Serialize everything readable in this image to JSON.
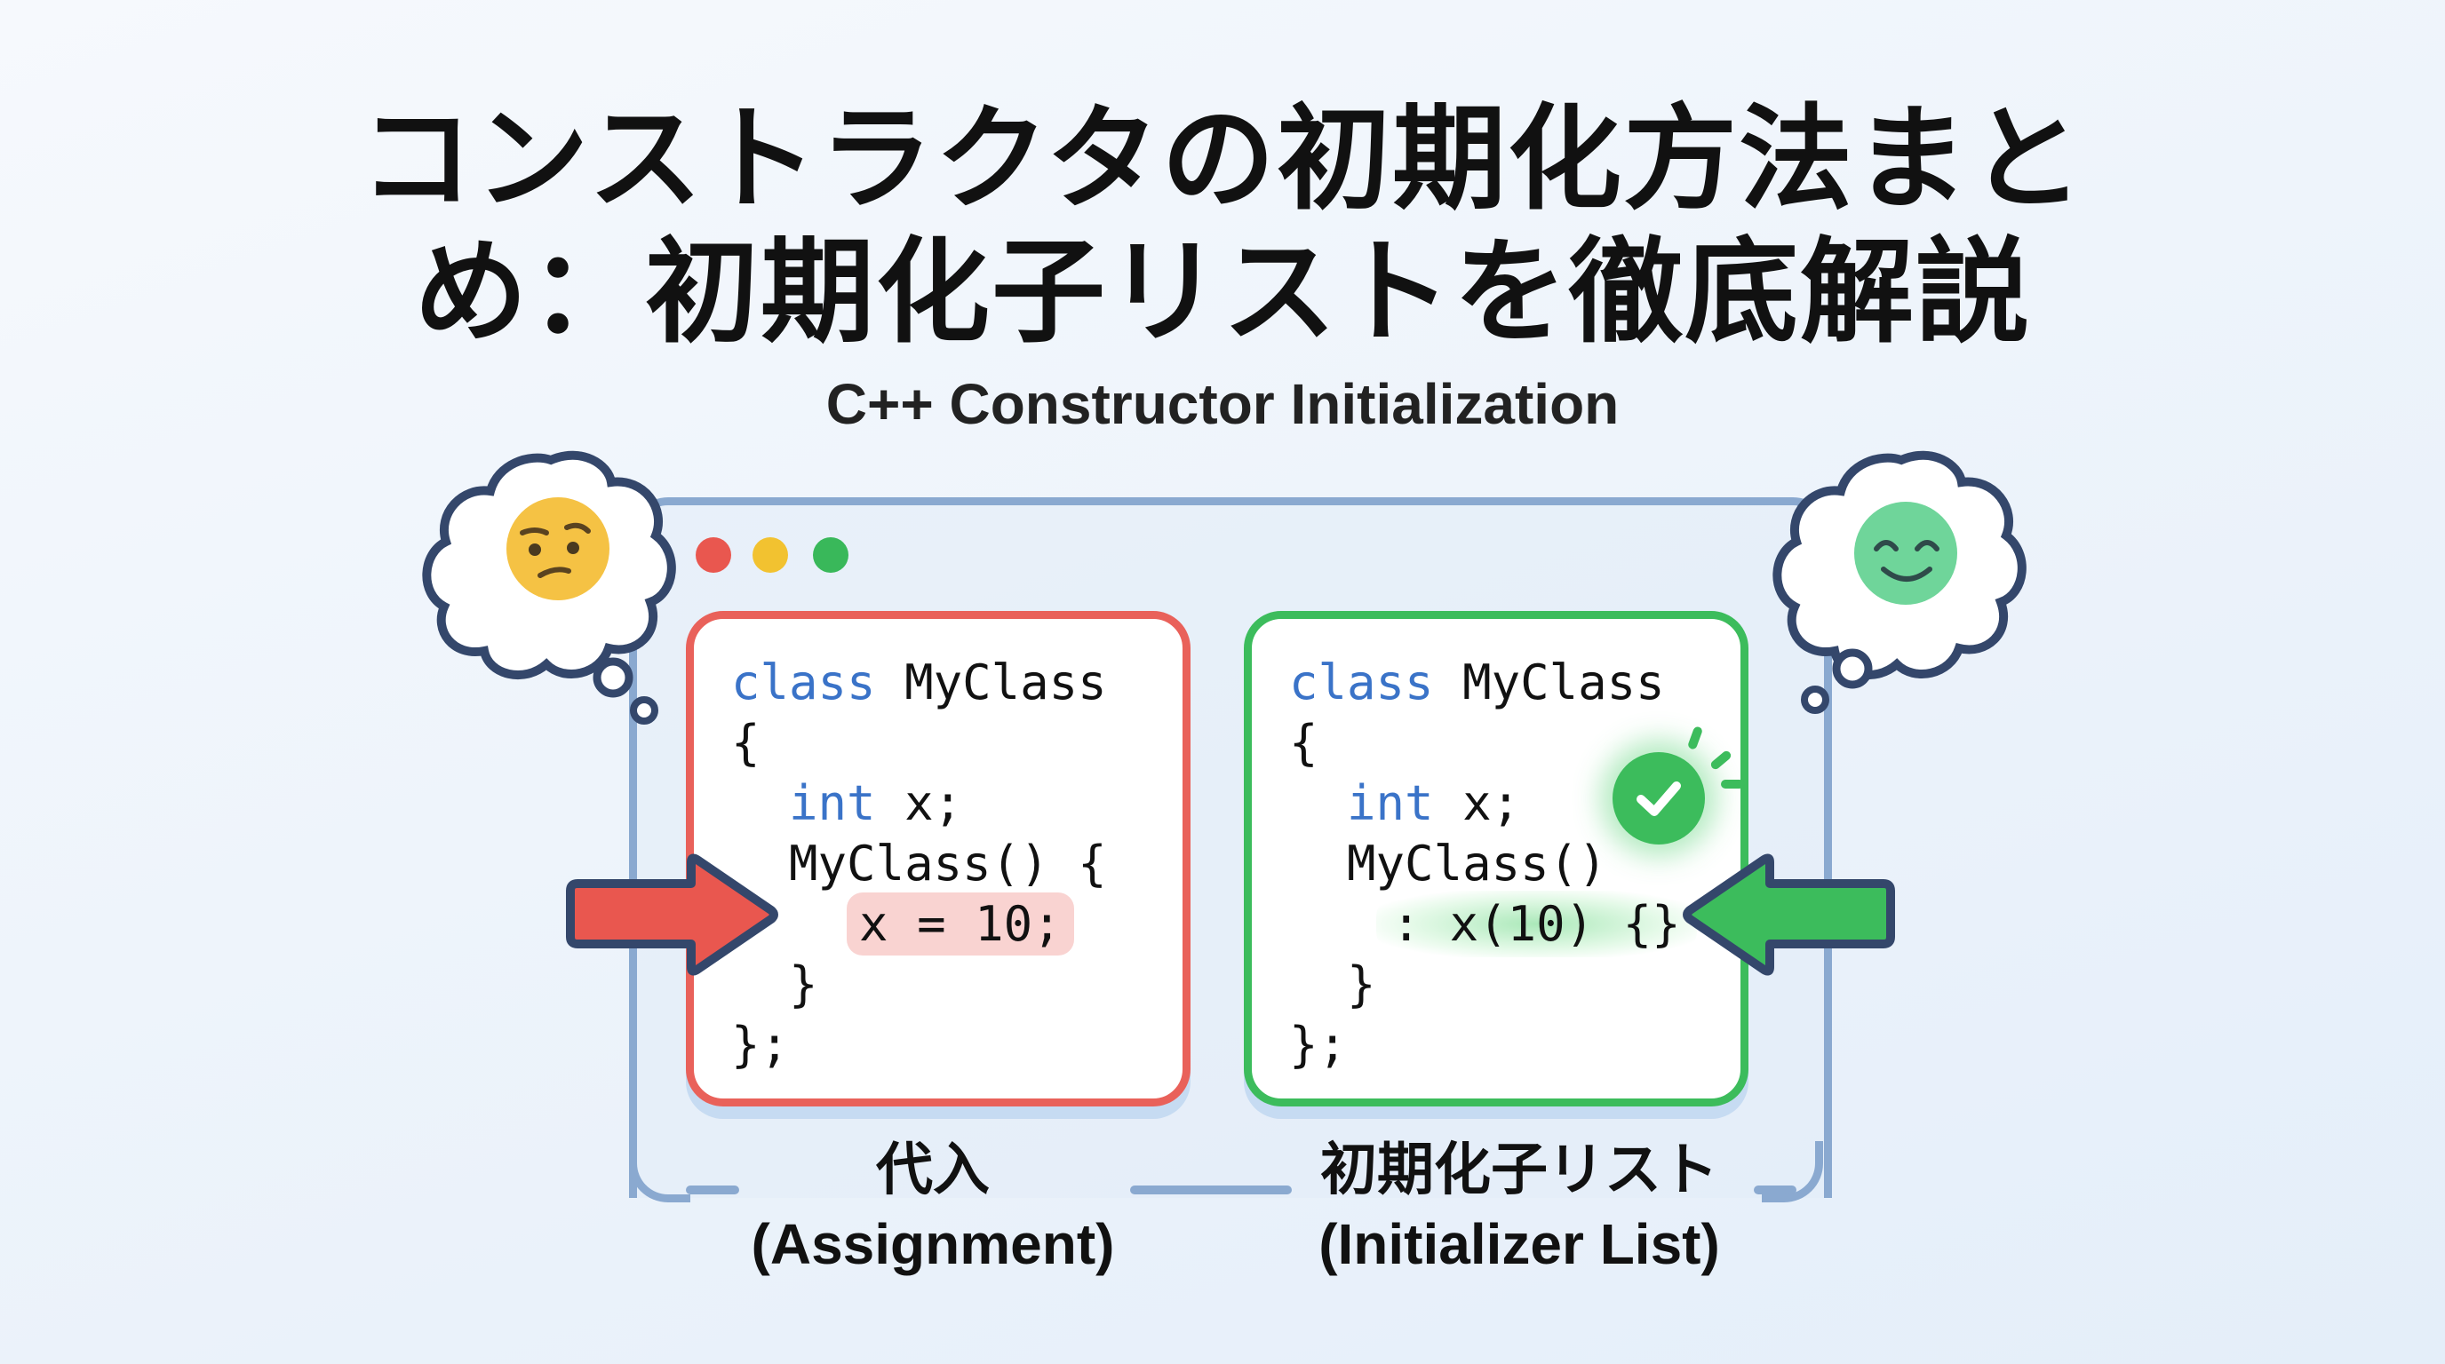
{
  "title": {
    "line1": "コンストラクタの初期化方法まと",
    "line2": "め：初期化子リストを徹底解説",
    "subtitle": "C++ Constructor Initialization"
  },
  "window": {
    "controls": [
      {
        "name": "close",
        "color": "#e9574f"
      },
      {
        "name": "minimize",
        "color": "#f2c230"
      },
      {
        "name": "maximize",
        "color": "#39b85a"
      }
    ]
  },
  "left": {
    "emoji": "confused-face",
    "emoji_color": "#f5c244",
    "border_color": "#e9615a",
    "code": {
      "line1_kw": "class",
      "line1_rest": " MyClass",
      "line2": "{",
      "line3_kw": "int",
      "line3_rest": " x;",
      "line4": "MyClass() {",
      "line5": "x = 10;",
      "line6": "}",
      "line7": "};"
    },
    "label_jp": "代入",
    "label_en": "(Assignment)"
  },
  "right": {
    "emoji": "smiling-face",
    "emoji_color": "#6fd59a",
    "border_color": "#3cbc5c",
    "code": {
      "line1_kw": "class",
      "line1_rest": " MyClass",
      "line2": "{",
      "line3_kw": "int",
      "line3_rest": " x;",
      "line4": "MyClass()",
      "line5": ": x(10) {}",
      "line6": "}",
      "line7": "};"
    },
    "label_jp": "初期化子リスト",
    "label_en": "(Initializer List)"
  }
}
